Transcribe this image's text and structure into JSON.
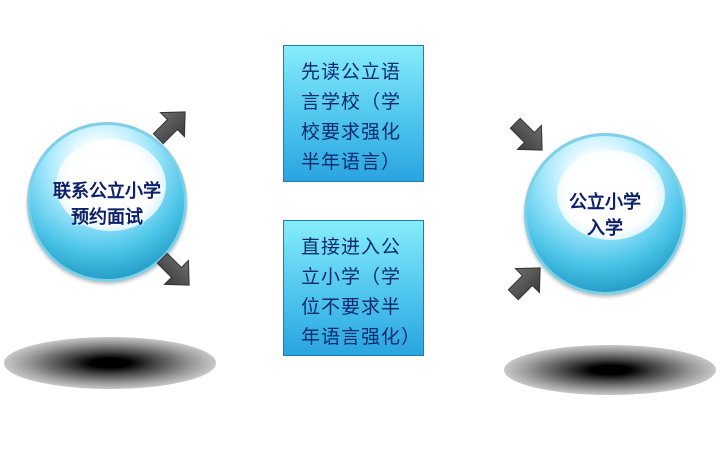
{
  "left_node": {
    "lines": [
      "联系公立小学",
      "预约面试"
    ]
  },
  "right_node": {
    "lines": [
      "公立小学",
      "入学"
    ]
  },
  "top_box": {
    "lines": [
      "先读公立语",
      "言学校（学",
      "校要求强化",
      "半年语言）"
    ]
  },
  "bottom_box": {
    "lines": [
      "直接进入公",
      "立小学（学",
      "位不要求半",
      "年语言强化）"
    ]
  },
  "colors": {
    "text_dark_blue": "#0b1f6b",
    "box_top": "#86ecfb",
    "box_bottom": "#2aa4e0",
    "sphere_core": "#4bc4e8",
    "arrow": "#555555"
  }
}
